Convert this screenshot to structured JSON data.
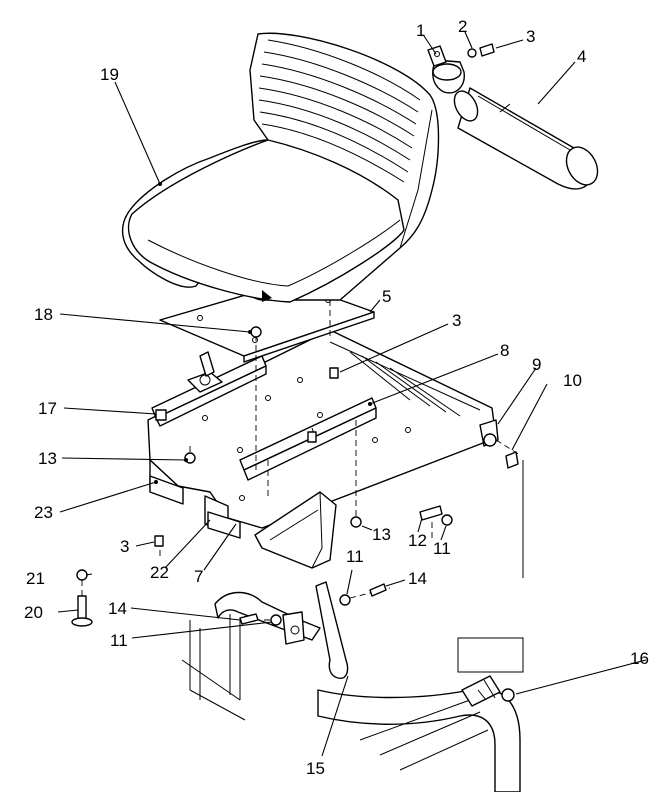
{
  "callouts": [
    {
      "id": "c1",
      "text": "1"
    },
    {
      "id": "c2",
      "text": "2"
    },
    {
      "id": "c3a",
      "text": "3"
    },
    {
      "id": "c4",
      "text": "4"
    },
    {
      "id": "c19",
      "text": "19"
    },
    {
      "id": "c5",
      "text": "5"
    },
    {
      "id": "c18",
      "text": "18"
    },
    {
      "id": "c3b",
      "text": "3"
    },
    {
      "id": "c8",
      "text": "8"
    },
    {
      "id": "c9",
      "text": "9"
    },
    {
      "id": "c10",
      "text": "10"
    },
    {
      "id": "c17",
      "text": "17"
    },
    {
      "id": "c13a",
      "text": "13"
    },
    {
      "id": "c23",
      "text": "23"
    },
    {
      "id": "c3c",
      "text": "3"
    },
    {
      "id": "c22",
      "text": "22"
    },
    {
      "id": "c7",
      "text": "7"
    },
    {
      "id": "c13b",
      "text": "13"
    },
    {
      "id": "c12",
      "text": "12"
    },
    {
      "id": "c11a",
      "text": "11"
    },
    {
      "id": "c11b",
      "text": "11"
    },
    {
      "id": "c14a",
      "text": "14"
    },
    {
      "id": "c21",
      "text": "21"
    },
    {
      "id": "c20",
      "text": "20"
    },
    {
      "id": "c14b",
      "text": "14"
    },
    {
      "id": "c11c",
      "text": "11"
    },
    {
      "id": "c16",
      "text": "16"
    },
    {
      "id": "c15",
      "text": "15"
    }
  ]
}
